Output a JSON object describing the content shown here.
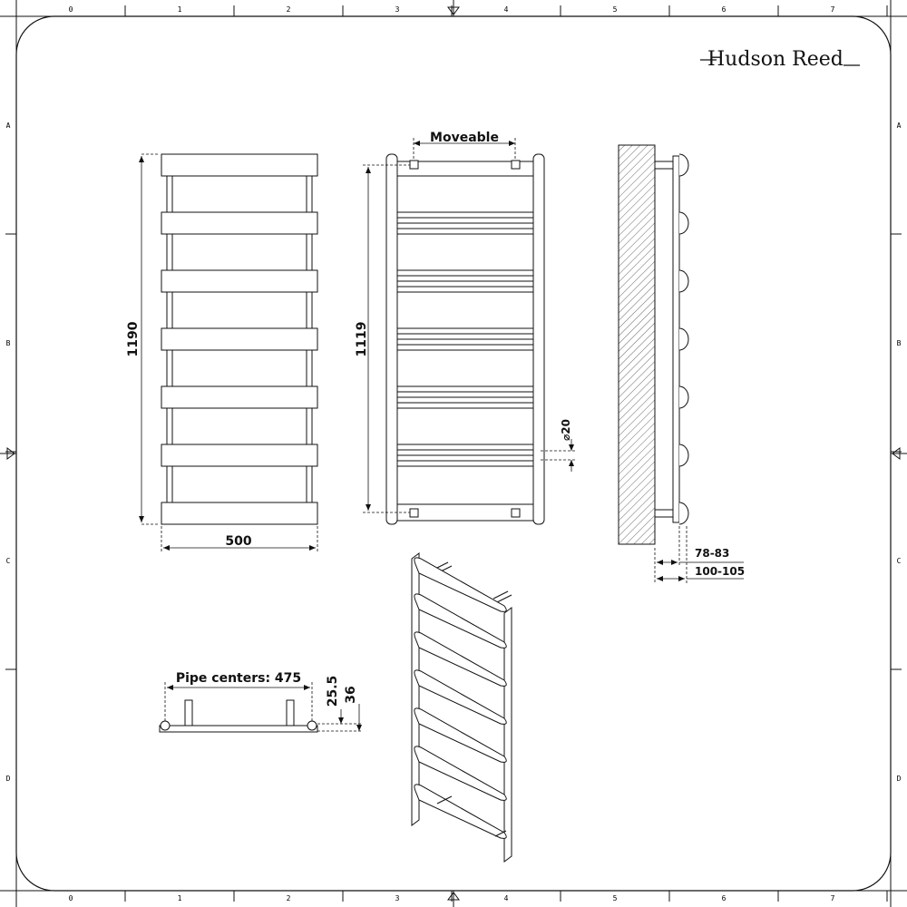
{
  "brand": {
    "name": "Hudson Reed"
  },
  "grid": {
    "columns": [
      "0",
      "1",
      "2",
      "3",
      "4",
      "5",
      "6",
      "7"
    ],
    "rows": [
      "A",
      "B",
      "C",
      "D"
    ]
  },
  "dimensions": {
    "overall_height": "1190",
    "overall_width": "500",
    "pipe_height": "1119",
    "moveable": "Moveable",
    "pipe_diameter": "⌀20",
    "wall_gap_min": "78-83",
    "wall_gap_max": "100-105",
    "pipe_centers": "Pipe centers: 475",
    "bottom_offset_a": "25.5",
    "bottom_offset_b": "36"
  }
}
